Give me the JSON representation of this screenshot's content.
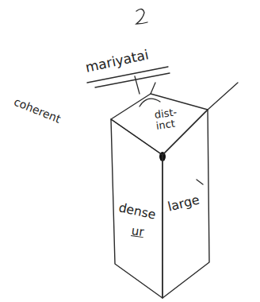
{
  "diagram": {
    "nodes": [
      {
        "text": [
          "dist- inct"
        ]
      },
      {
        "text": [
          "dense",
          "ur"
        ]
      },
      {
        "text": [
          "large"
        ]
      }
    ],
    "labels": [
      "mariyatai",
      "coherent"
    ]
  }
}
